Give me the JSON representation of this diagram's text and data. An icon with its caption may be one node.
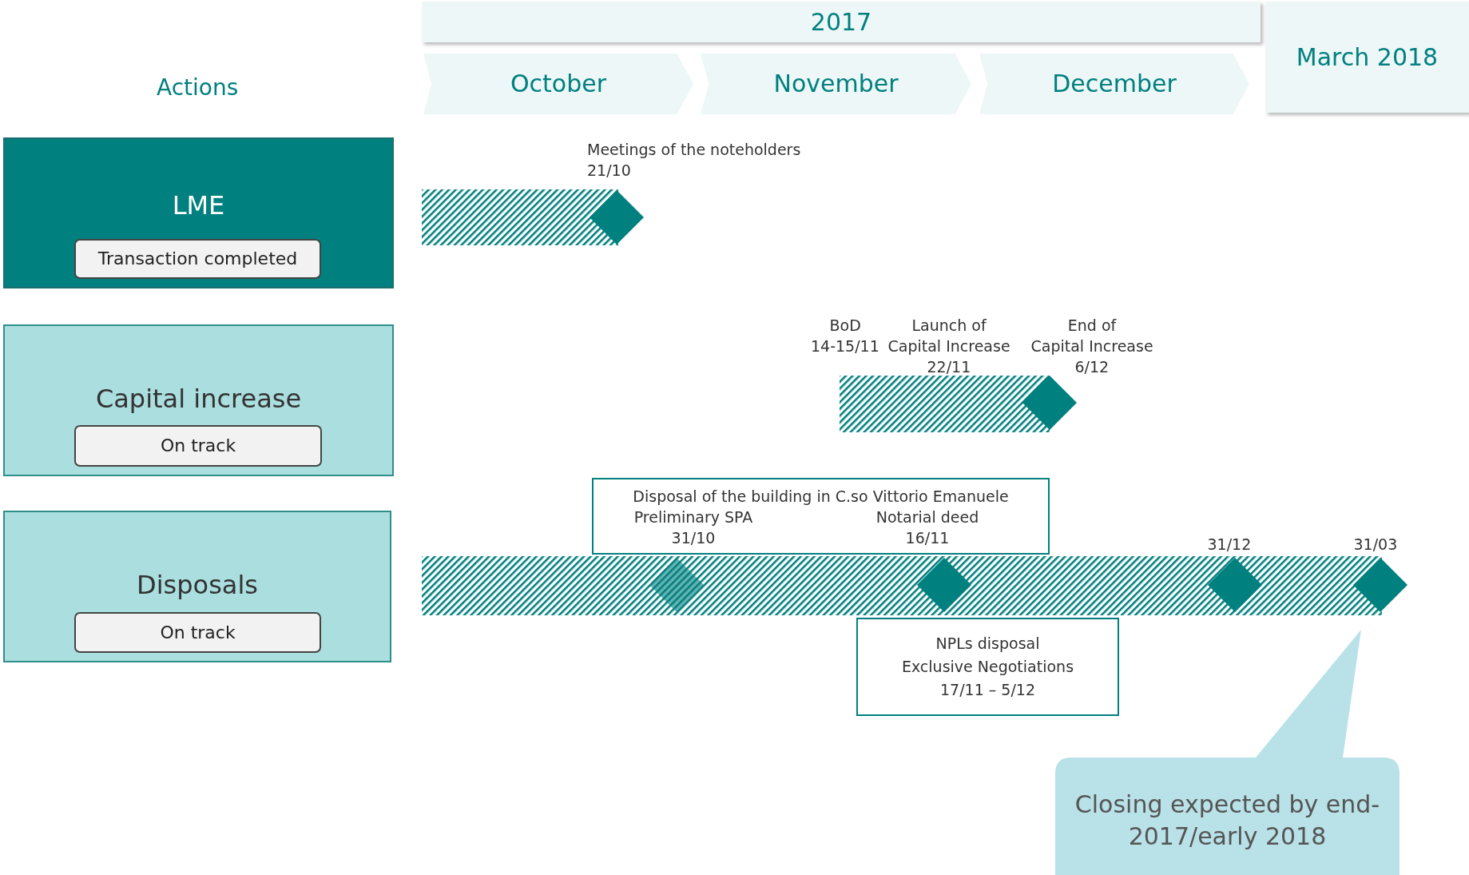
{
  "diagram": {
    "nodes": [
      {
        "text": [
          "2017"
        ]
      },
      {
        "text": [
          "October"
        ]
      },
      {
        "text": [
          "November"
        ]
      },
      {
        "text": [
          "December"
        ]
      },
      {
        "text": [
          "March 2018"
        ]
      },
      {
        "text": [
          "LME"
        ]
      },
      {
        "text": [
          "Transaction completed"
        ],
        "in": 5
      },
      {
        "text": [
          "Capital increase"
        ]
      },
      {
        "text": [
          "On track"
        ],
        "in": 7
      },
      {
        "text": [
          "Disposals"
        ]
      },
      {
        "text": [
          "On track"
        ],
        "in": 9
      },
      {
        "text": [
          "Disposal of the building in C.so Vittorio Emanuele",
          "Preliminary SPA 31/10",
          "Notarial deed 16/11"
        ]
      },
      {
        "text": [
          "NPLs disposal",
          "Exclusive Negotiations",
          "17/11 – 5/12"
        ]
      },
      {
        "text": [
          "Closing expected by end-2017/early 2018"
        ]
      }
    ],
    "labels": [
      "Actions",
      "Meetings of the noteholders",
      "21/10",
      "BoD",
      "14-15/11",
      "Launch of Capital Increase",
      "22/11",
      "End of Capital Increase",
      "6/12",
      "31/12",
      "31/03"
    ]
  }
}
